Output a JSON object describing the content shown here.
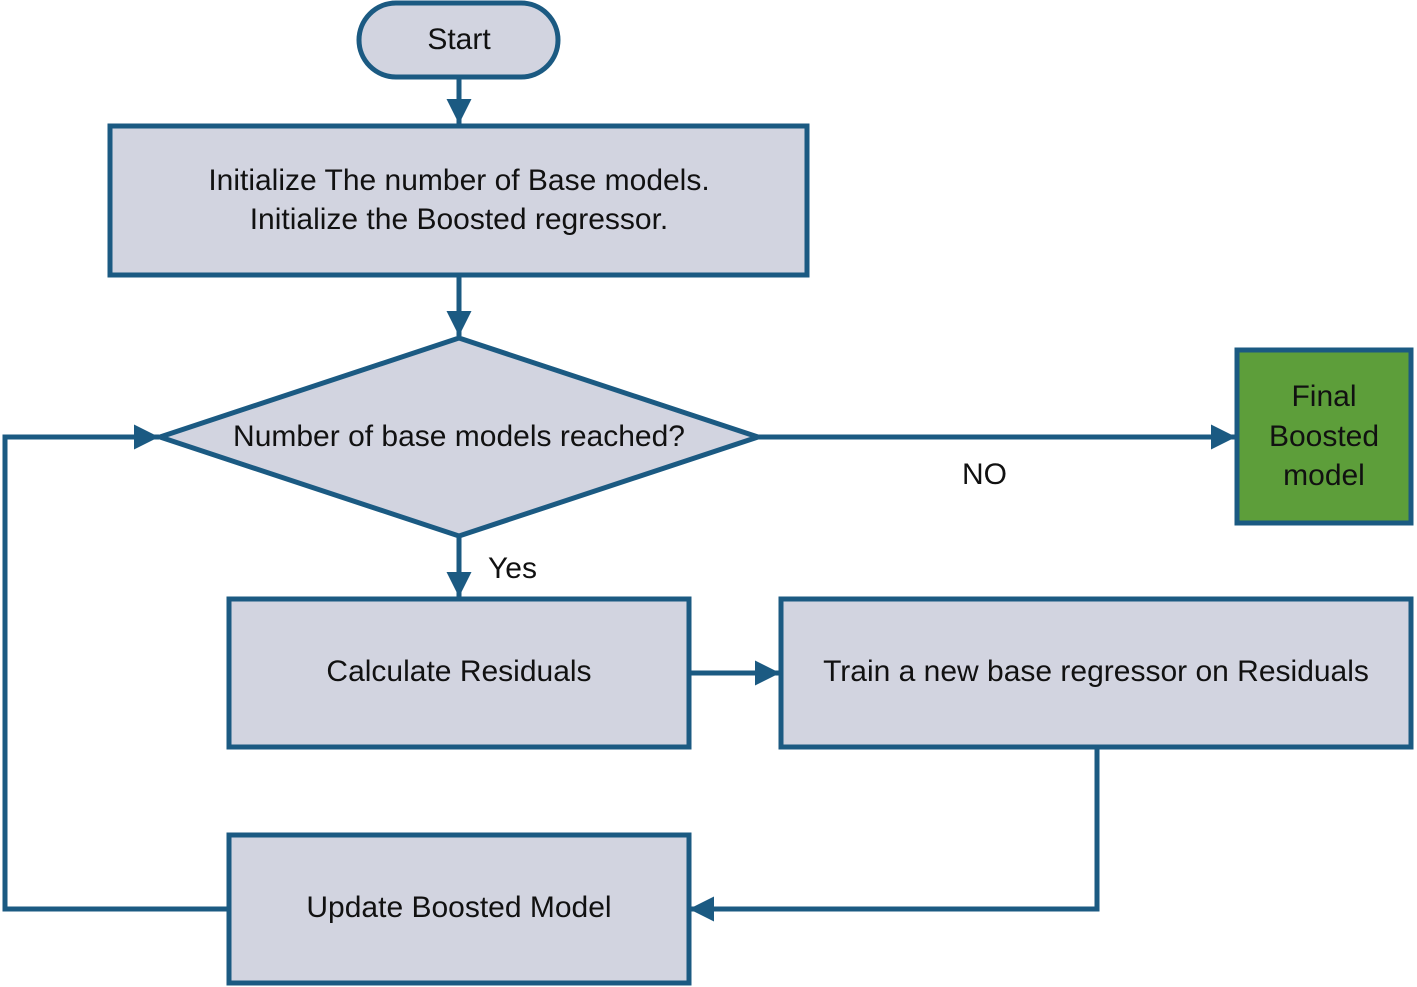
{
  "colors": {
    "stroke": "#1b5a82",
    "box_fill": "#d2d4e0",
    "terminal_fill": "#5d9e3a",
    "text": "#111111"
  },
  "nodes": {
    "start": "Start",
    "init_line1": "Initialize The number of Base models.",
    "init_line2": "Initialize the Boosted regressor.",
    "decision": "Number of base models reached?",
    "final_line1": "Final",
    "final_line2": "Boosted",
    "final_line3": "model",
    "calc_residuals": "Calculate Residuals",
    "train_regressor": "Train a new base regressor on Residuals",
    "update_model": "Update Boosted Model"
  },
  "edge_labels": {
    "no": "NO",
    "yes": "Yes"
  }
}
